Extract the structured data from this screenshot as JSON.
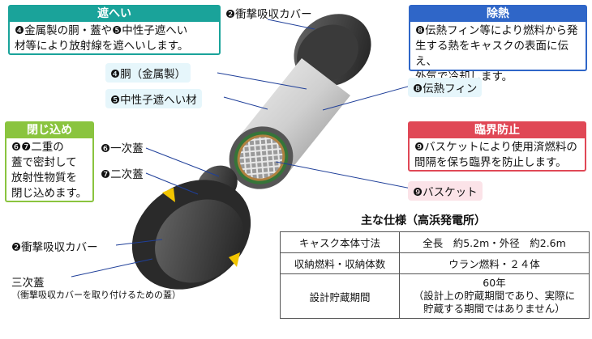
{
  "boxes": {
    "shielding": {
      "title": "遮へい",
      "body": "❹金属製の胴・蓋や❺中性子遮へい\n材等により放射線を遮へいします。"
    },
    "heat": {
      "title": "除熱",
      "body": "❽伝熱フィン等により燃料から発\n生する熱をキャスクの表面に伝え、\n外気で冷却します。"
    },
    "containment": {
      "title": "閉じ込め",
      "body": "❻❼二重の\n蓋で密封して\n放射性物質を\n閉じ込めます。"
    },
    "criticality": {
      "title": "臨界防止",
      "body": "❾バスケットにより使用済燃料の\n間隔を保ち臨界を防止します。"
    }
  },
  "labels": {
    "shock_top": "❷衝撃吸収カバー",
    "body": "❹胴（金属製）",
    "neutron": "❺中性子遮へい材",
    "fin": "❽伝熱フィン",
    "primary_lid": "❻一次蓋",
    "secondary_lid": "❼二次蓋",
    "basket": "❾バスケット",
    "shock_bottom": "❷衝撃吸収カバー",
    "tertiary_lid": "三次蓋",
    "tertiary_note": "（衝撃吸収カバーを取り付けるための蓋）"
  },
  "spec": {
    "title": "主な仕様（高浜発電所）",
    "rows": [
      {
        "key": "キャスク本体寸法",
        "value": "全長　約5.2m・外径　約2.6m"
      },
      {
        "key": "収納燃料・収納体数",
        "value": "ウラン燃料・２４体"
      },
      {
        "key": "設計貯蔵期間",
        "value": "60年\n（設計上の貯蔵期間であり、実際に\n貯蔵する期間ではありません）"
      }
    ]
  }
}
